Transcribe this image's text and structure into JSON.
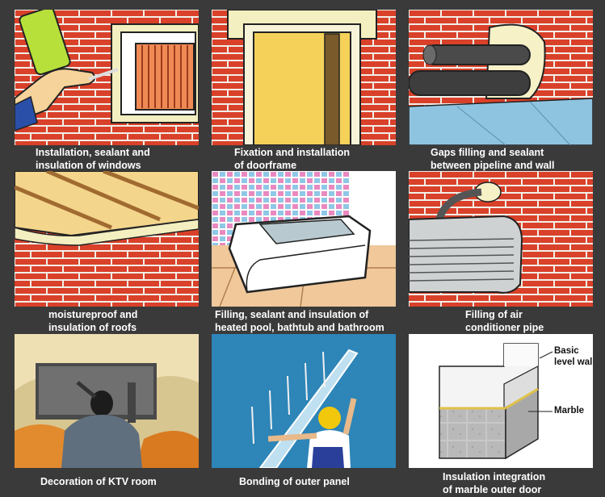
{
  "panels": [
    {
      "line1": "Installation, sealant and",
      "line2": "insulation of windows"
    },
    {
      "line1": "Fixation and installation",
      "line2": "of doorframe"
    },
    {
      "line1": "Gaps filling and sealant",
      "line2": "between pipeline and wall"
    },
    {
      "line1": "moistureproof and",
      "line2": "insulation of roofs"
    },
    {
      "line1": "Filling, sealant and insulation of",
      "line2": "heated pool, bathtub and bathroom"
    },
    {
      "line1": "Filling of air",
      "line2": "conditioner pipe"
    },
    {
      "line1": "Decoration of KTV room",
      "line2": ""
    },
    {
      "line1": "Bonding of outer panel",
      "line2": ""
    },
    {
      "line1": "Insulation integration",
      "line2": "of marble outer door"
    }
  ],
  "diagram": {
    "label_basic_1": "Basic",
    "label_basic_2": "level wall",
    "label_marble": "Marble"
  },
  "colors": {
    "background": "#3a3a3a",
    "brick": "#d9412a",
    "mortar": "#f0f0ea",
    "foam": "#f4efc0",
    "caption": "#ffffff"
  }
}
